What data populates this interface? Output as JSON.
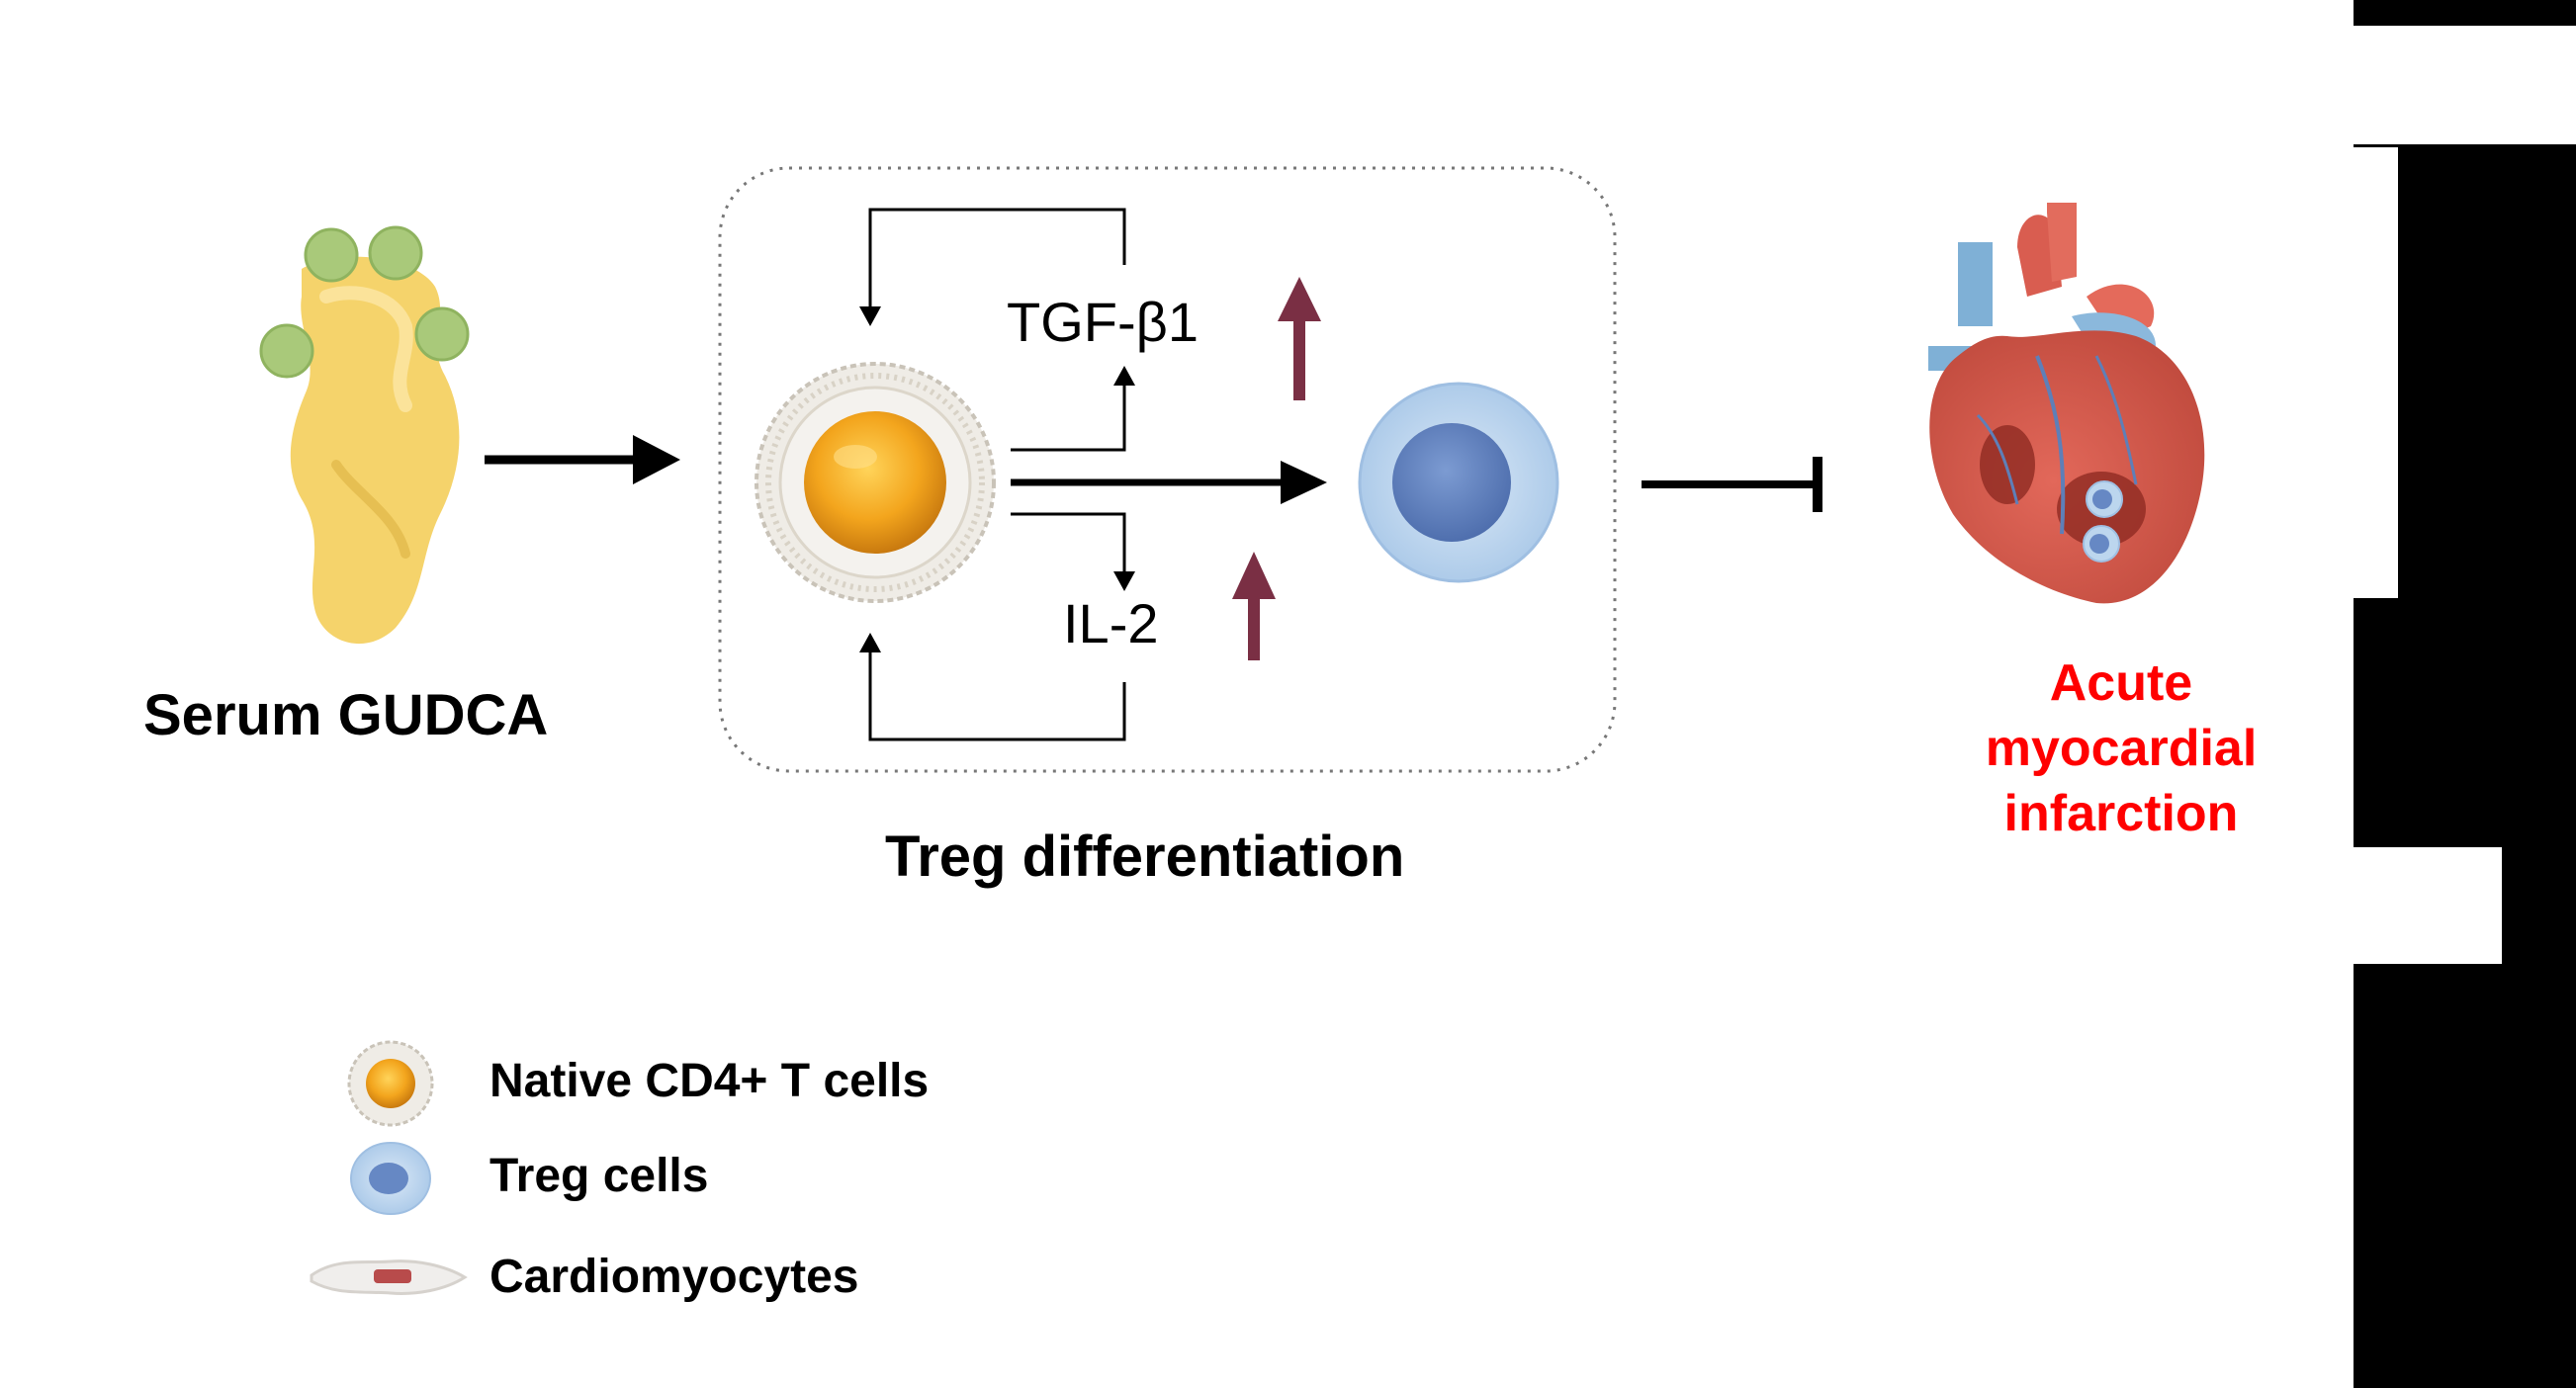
{
  "diagram": {
    "gudca_label": "Serum GUDCA",
    "tgf_label": "TGF-β1",
    "il2_label": "IL-2",
    "treg_diff_label": "Treg differentiation",
    "ami_label_line1": "Acute",
    "ami_label_line2": "myocardial",
    "ami_label_line3": "infarction"
  },
  "legend": {
    "items": [
      {
        "label": "Native CD4+ T cells",
        "icon": "naive-cd4-t-cell-icon"
      },
      {
        "label": "Treg cells",
        "icon": "treg-cell-icon"
      },
      {
        "label": "Cardiomyocytes",
        "icon": "cardiomyocyte-icon"
      }
    ]
  },
  "colors": {
    "up_arrow": "#7a2f44",
    "ami_text": "#ff0000",
    "gudca_body": "#f5d36b",
    "gudca_beads": "#a9c97a",
    "naive_cell_core": "#f0a21a",
    "treg_outer": "#bcd6ee",
    "treg_inner": "#6688c4"
  }
}
